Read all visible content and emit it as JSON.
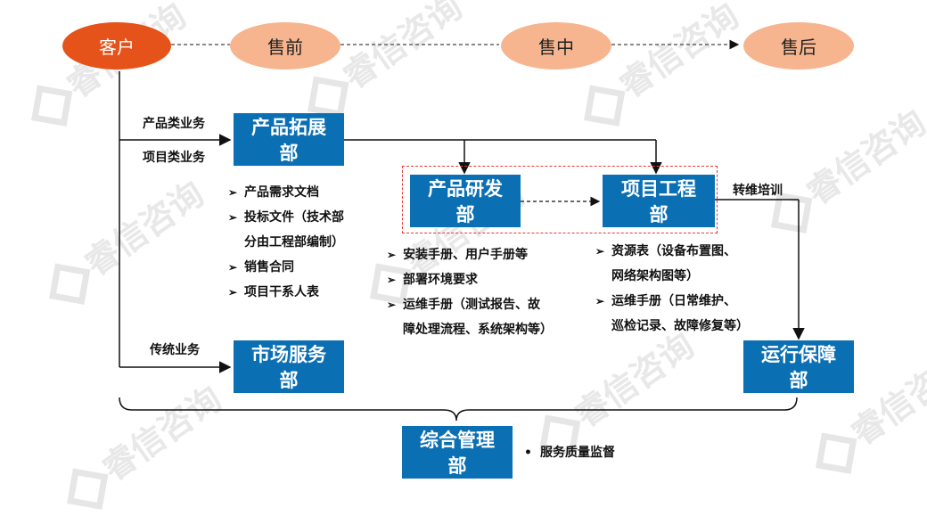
{
  "watermark": "睿信咨询",
  "flow": {
    "customer": "客户",
    "presale": "售前",
    "sale": "售中",
    "aftersale": "售后"
  },
  "departments": {
    "product_expansion": [
      "产品拓展",
      "部"
    ],
    "product_rd": [
      "产品研发",
      "部"
    ],
    "project_engineering": [
      "项目工程",
      "部"
    ],
    "market_service": [
      "市场服务",
      "部"
    ],
    "operation_support": [
      "运行保障",
      "部"
    ],
    "general_management": [
      "综合管理",
      "部"
    ]
  },
  "labels": {
    "product_business": "产品类业务",
    "project_business": "项目类业务",
    "traditional_business": "传统业务",
    "ops_training": "转维培训"
  },
  "lists": {
    "product_expansion_docs": [
      "产品需求文档",
      "投标文件（技术部",
      "分由工程部编制）",
      "销售合同",
      "项目干系人表"
    ],
    "rd_docs": [
      "安装手册、用户手册等",
      "部署环境要求",
      "运维手册（测试报告、故",
      "障处理流程、系统架构等）"
    ],
    "engineering_docs": [
      "资源表（设备布置图、",
      "网络架构图等）",
      "运维手册（日常维护、",
      "巡检记录、故障修复等）"
    ],
    "management_docs": [
      "服务质量监督"
    ]
  },
  "colors": {
    "accent_orange": "#e5531a",
    "stage_peach": "#f7b58f",
    "dept_blue": "#0b6fb3",
    "dash_red": "#e53935"
  }
}
